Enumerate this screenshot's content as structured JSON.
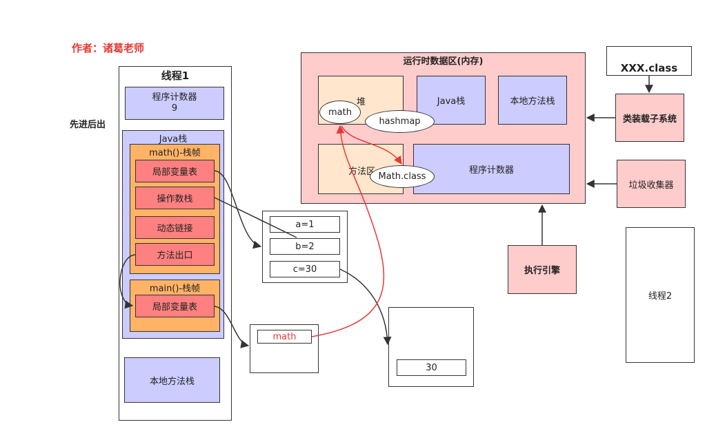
{
  "author": "作者：诸葛老师",
  "fifo_note": "先进后出",
  "thread1": {
    "title": "线程1",
    "pc": {
      "label": "程序计数器",
      "value": "9"
    },
    "java_stack": {
      "label": "Java栈",
      "frames": [
        {
          "title": "math()-栈帧",
          "items": [
            "局部变量表",
            "操作数栈",
            "动态链接",
            "方法出口"
          ]
        },
        {
          "title": "main()-栈帧",
          "items": [
            "局部变量表"
          ]
        }
      ]
    },
    "native_stack": "本地方法栈"
  },
  "local_vars": [
    "a=1",
    "b=2",
    "c=30"
  ],
  "heap_values": {
    "math_ref": "math",
    "value_30": "30"
  },
  "runtime_area": {
    "title": "运行时数据区(内存)",
    "heap": "堆",
    "heap_objects": [
      "math",
      "hashmap"
    ],
    "java_stack": "Java栈",
    "native_stack": "本地方法栈",
    "method_area": "方法区",
    "method_class": "Math.class",
    "pc": "程序计数器"
  },
  "xxx_class": "XXX.class",
  "class_loader": "类装载子系统",
  "gc": "垃圾收集器",
  "exec_engine": "执行引擎",
  "thread2": "线程2",
  "colors": {
    "purple": "#ccccff",
    "orange": "#ffb366",
    "red_box": "#ff8080",
    "pink": "#ffcccc",
    "peach": "#ffe6cc",
    "accent_red": "#e53935"
  }
}
